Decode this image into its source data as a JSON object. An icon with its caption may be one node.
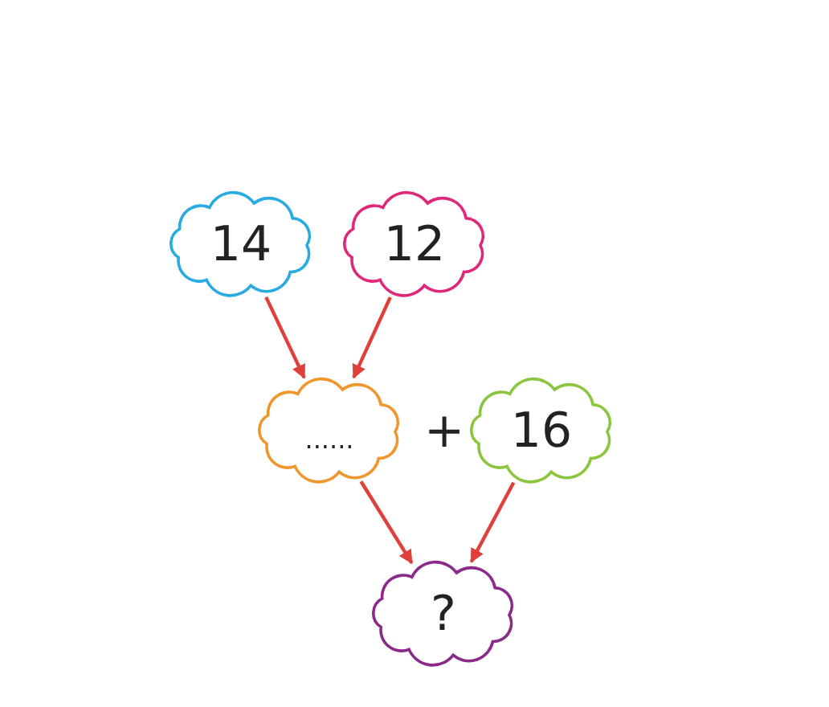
{
  "diagram": {
    "nodes": [
      {
        "text": [
          "14"
        ]
      },
      {
        "text": [
          "12"
        ]
      },
      {
        "text": [
          "......"
        ]
      },
      {
        "text": [
          "16"
        ]
      },
      {
        "text": [
          "?"
        ]
      }
    ],
    "edges": [
      {
        "from": 0,
        "to": 2,
        "arrow": "to"
      },
      {
        "from": 1,
        "to": 2,
        "arrow": "to"
      },
      {
        "from": 2,
        "to": 4,
        "arrow": "to"
      },
      {
        "from": 3,
        "to": 4,
        "arrow": "to"
      }
    ],
    "labels": [
      "+"
    ]
  }
}
